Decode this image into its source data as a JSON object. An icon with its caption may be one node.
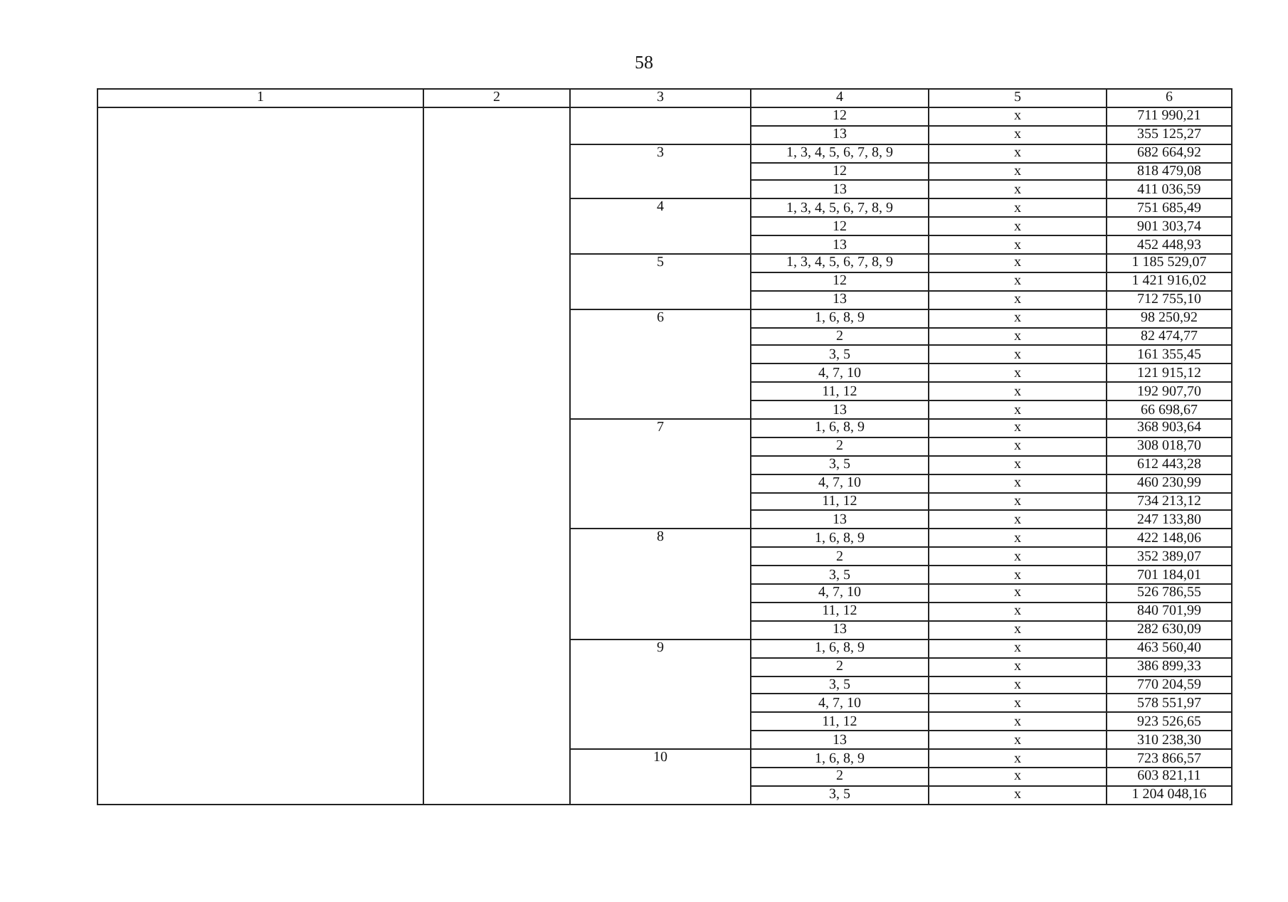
{
  "diagram": {
    "labels": [
      "58",
      "1",
      "2",
      "3",
      "4",
      "5",
      "6",
      "12",
      "x",
      "711 990,21",
      "13",
      "x",
      "355 125,27",
      "3",
      "1, 3, 4, 5, 6, 7, 8, 9",
      "x",
      "682 664,92",
      "12",
      "x",
      "818 479,08",
      "13",
      "x",
      "411 036,59",
      "4",
      "1, 3, 4, 5, 6, 7, 8, 9",
      "x",
      "751 685,49",
      "12",
      "x",
      "901 303,74",
      "13",
      "x",
      "452 448,93",
      "5",
      "1, 3, 4, 5, 6, 7, 8, 9",
      "x",
      "1 185 529,07",
      "12",
      "x",
      "1 421 916,02",
      "13",
      "x",
      "712 755,10",
      "6",
      "1, 6, 8, 9",
      "x",
      "98 250,92",
      "2",
      "x",
      "82 474,77",
      "3, 5",
      "x",
      "161 355,45",
      "4, 7, 10",
      "x",
      "121 915,12",
      "11, 12",
      "x",
      "192 907,70",
      "13",
      "x",
      "66 698,67",
      "7",
      "1, 6, 8, 9",
      "x",
      "368 903,64",
      "2",
      "x",
      "308 018,70",
      "3, 5",
      "x",
      "612 443,28",
      "4, 7, 10",
      "x",
      "460 230,99",
      "11, 12",
      "x",
      "734 213,12",
      "13",
      "x",
      "247 133,80",
      "8",
      "1, 6, 8, 9",
      "x",
      "422 148,06",
      "2",
      "x",
      "352 389,07",
      "3, 5",
      "x",
      "701 184,01",
      "4, 7, 10",
      "x",
      "526 786,55",
      "11, 12",
      "x",
      "840 701,99",
      "13",
      "x",
      "282 630,09",
      "9",
      "1, 6, 8, 9",
      "x",
      "463 560,40",
      "2",
      "x",
      "386 899,33",
      "3, 5",
      "x",
      "770 204,59",
      "4, 7, 10",
      "x",
      "578 551,97",
      "11, 12",
      "x",
      "923 526,65",
      "13",
      "x",
      "310 238,30",
      "10",
      "1, 6, 8, 9",
      "x",
      "723 866,57",
      "2",
      "x",
      "603 821,11",
      "3, 5",
      "x",
      "1 204 048,16"
    ]
  }
}
